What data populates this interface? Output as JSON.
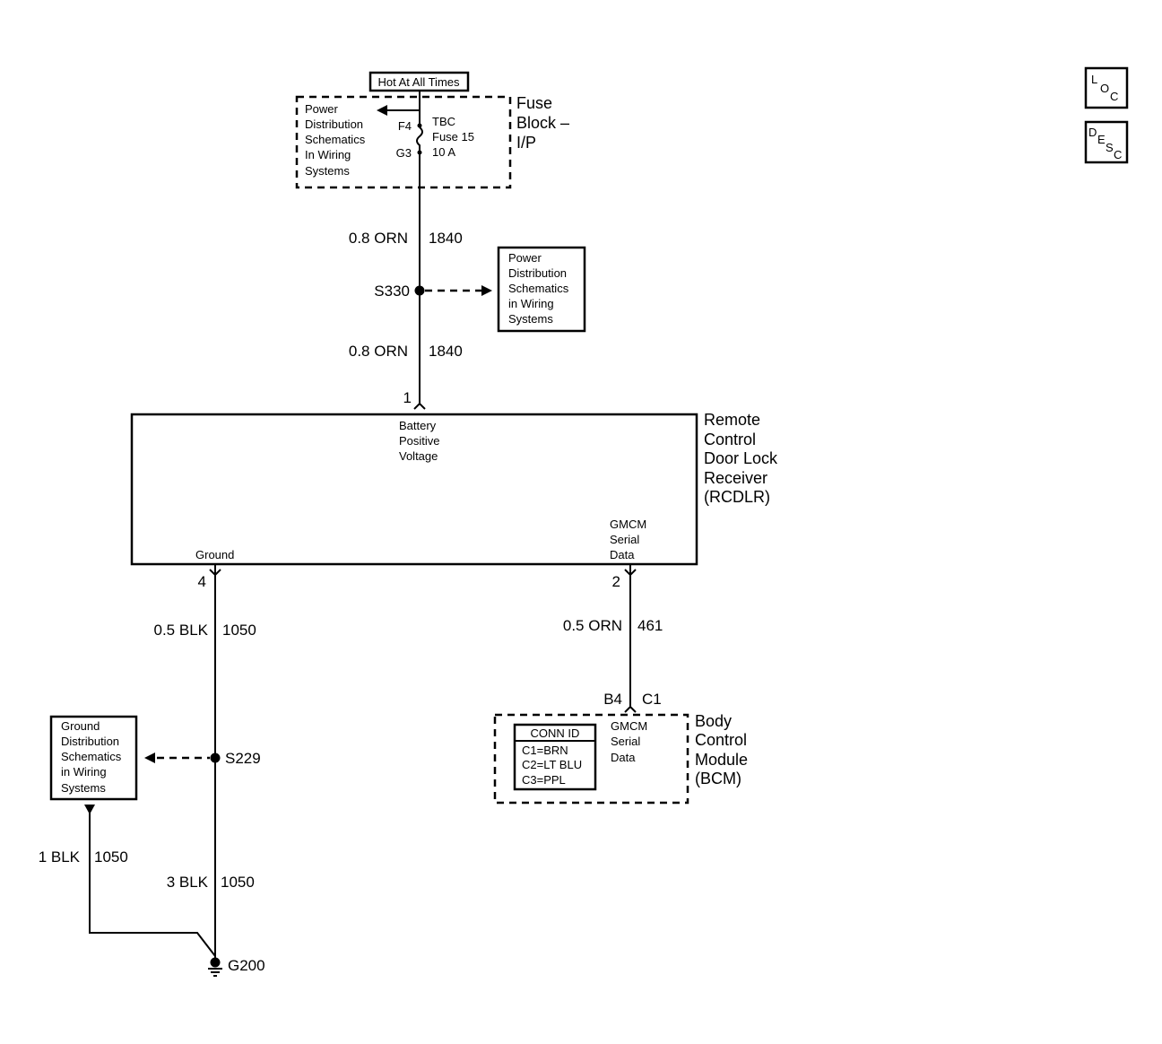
{
  "hot_label": "Hot At All Times",
  "fuse_block": {
    "title": [
      "Fuse",
      "Block –",
      "I/P"
    ],
    "pdsw": [
      "Power",
      "Distribution",
      "Schematics",
      "In Wiring",
      "Systems"
    ],
    "pin_in": "F4",
    "pin_out": "G3",
    "fuse": [
      "TBC",
      "Fuse 15",
      "10 A"
    ]
  },
  "wire_top": {
    "gauge": "0.8 ORN",
    "circuit": "1840"
  },
  "splice_top": "S330",
  "pdsw_box": [
    "Power",
    "Distribution",
    "Schematics",
    "in Wiring",
    "Systems"
  ],
  "wire_mid": {
    "gauge": "0.8 ORN",
    "circuit": "1840"
  },
  "rcdlr": {
    "title": [
      "Remote",
      "Control",
      "Door Lock",
      "Receiver",
      "(RCDLR)"
    ],
    "pin1": "1",
    "pin1_label": [
      "Battery",
      "Positive",
      "Voltage"
    ],
    "pin4": "4",
    "pin4_label": "Ground",
    "pin2": "2",
    "pin2_label": [
      "GMCM",
      "Serial",
      "Data"
    ]
  },
  "wire_gnd": {
    "gauge": "0.5 BLK",
    "circuit": "1050"
  },
  "wire_data": {
    "gauge": "0.5 ORN",
    "circuit": "461"
  },
  "bcm": {
    "pin": "B4",
    "connector": "C1",
    "title": [
      "Body",
      "Control",
      "Module",
      "(BCM)"
    ],
    "pin_label": [
      "GMCM",
      "Serial",
      "Data"
    ],
    "conn_id": {
      "header": "CONN ID",
      "rows": [
        "C1=BRN",
        "C2=LT BLU",
        "C3=PPL"
      ]
    }
  },
  "gdsw_box": [
    "Ground",
    "Distribution",
    "Schematics",
    "in Wiring",
    "Systems"
  ],
  "splice_gnd": "S229",
  "wire_ext": {
    "gauge": "1 BLK",
    "circuit": "1050"
  },
  "wire_g200": {
    "gauge": "3 BLK",
    "circuit": "1050"
  },
  "ground": "G200",
  "loc_button": [
    "L",
    "O",
    "C"
  ],
  "desc_button": [
    "D",
    "E",
    "S",
    "C"
  ]
}
